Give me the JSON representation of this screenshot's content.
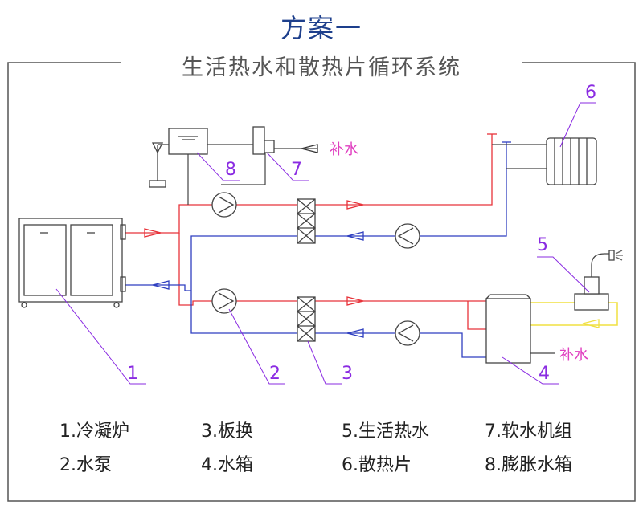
{
  "title": "方案一",
  "subtitle": "生活热水和散热片循环系统",
  "callouts": {
    "c1": "1",
    "c2": "2",
    "c3": "3",
    "c4": "4",
    "c5": "5",
    "c6": "6",
    "c7": "7",
    "c8": "8"
  },
  "makeup_water_1": "补水",
  "makeup_water_2": "补水",
  "legend": [
    "1.冷凝炉",
    "3.板换",
    "5.生活热水",
    "7.软水机组",
    "2.水泵",
    "4.水箱",
    "6.散热片",
    "8.膨胀水箱"
  ],
  "colors": {
    "hot": "#e8333a",
    "cold": "#2f3fc0",
    "equipment": "#444444",
    "callout": "#8a2be2",
    "magenta_label": "#e040c0",
    "dhw": "#f0e040",
    "title": "#1d3f8c"
  }
}
